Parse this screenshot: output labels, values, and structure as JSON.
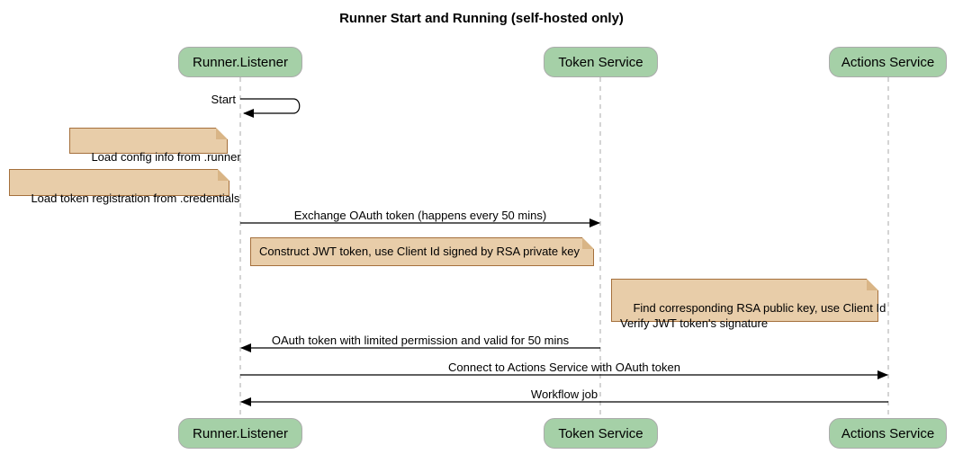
{
  "title": "Runner Start and Running (self-hosted only)",
  "participants": [
    {
      "name": "Runner.Listener"
    },
    {
      "name": "Token Service"
    },
    {
      "name": "Actions Service"
    }
  ],
  "messages": {
    "start": "Start",
    "exchange": "Exchange OAuth token (happens every 50 mins)",
    "oauth_return": "OAuth token with limited permission and valid for 50 mins",
    "connect": "Connect to Actions Service with OAuth token",
    "workflow": "Workflow job"
  },
  "notes": {
    "load_config": "Load config info from .runner",
    "load_token": "Load token registration from .credentials",
    "construct_jwt": "Construct JWT token, use Client Id signed by RSA private key",
    "find_rsa": "Find corresponding RSA public key, use Client Id\nVerify JWT token's signature"
  },
  "colors": {
    "participant_fill": "#A5D0A7",
    "participant_border": "#ABABAB",
    "note_fill": "#E8CDA9",
    "note_border": "#A5703C",
    "note_fold_fill": "#D9B586",
    "lifeline": "#A8A8A8",
    "arrow": "#000000"
  }
}
